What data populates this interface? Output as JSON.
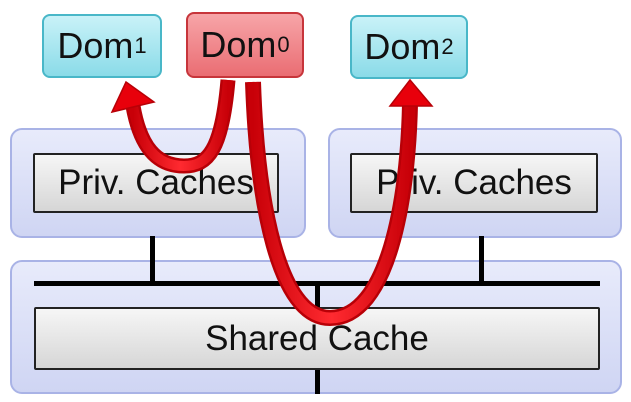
{
  "domains": {
    "dom1": {
      "name": "Dom",
      "sub": "1"
    },
    "dom0": {
      "name": "Dom",
      "sub": "0"
    },
    "dom2": {
      "name": "Dom",
      "sub": "2"
    }
  },
  "caches": {
    "left_private": "Priv. Caches",
    "right_private": "Priv. Caches",
    "shared": "Shared Cache"
  },
  "colors": {
    "arrow": "#e8000b",
    "dom_other": "#8adbe8",
    "dom0": "#ea6d73",
    "core_panel": "#cfd5f3"
  }
}
